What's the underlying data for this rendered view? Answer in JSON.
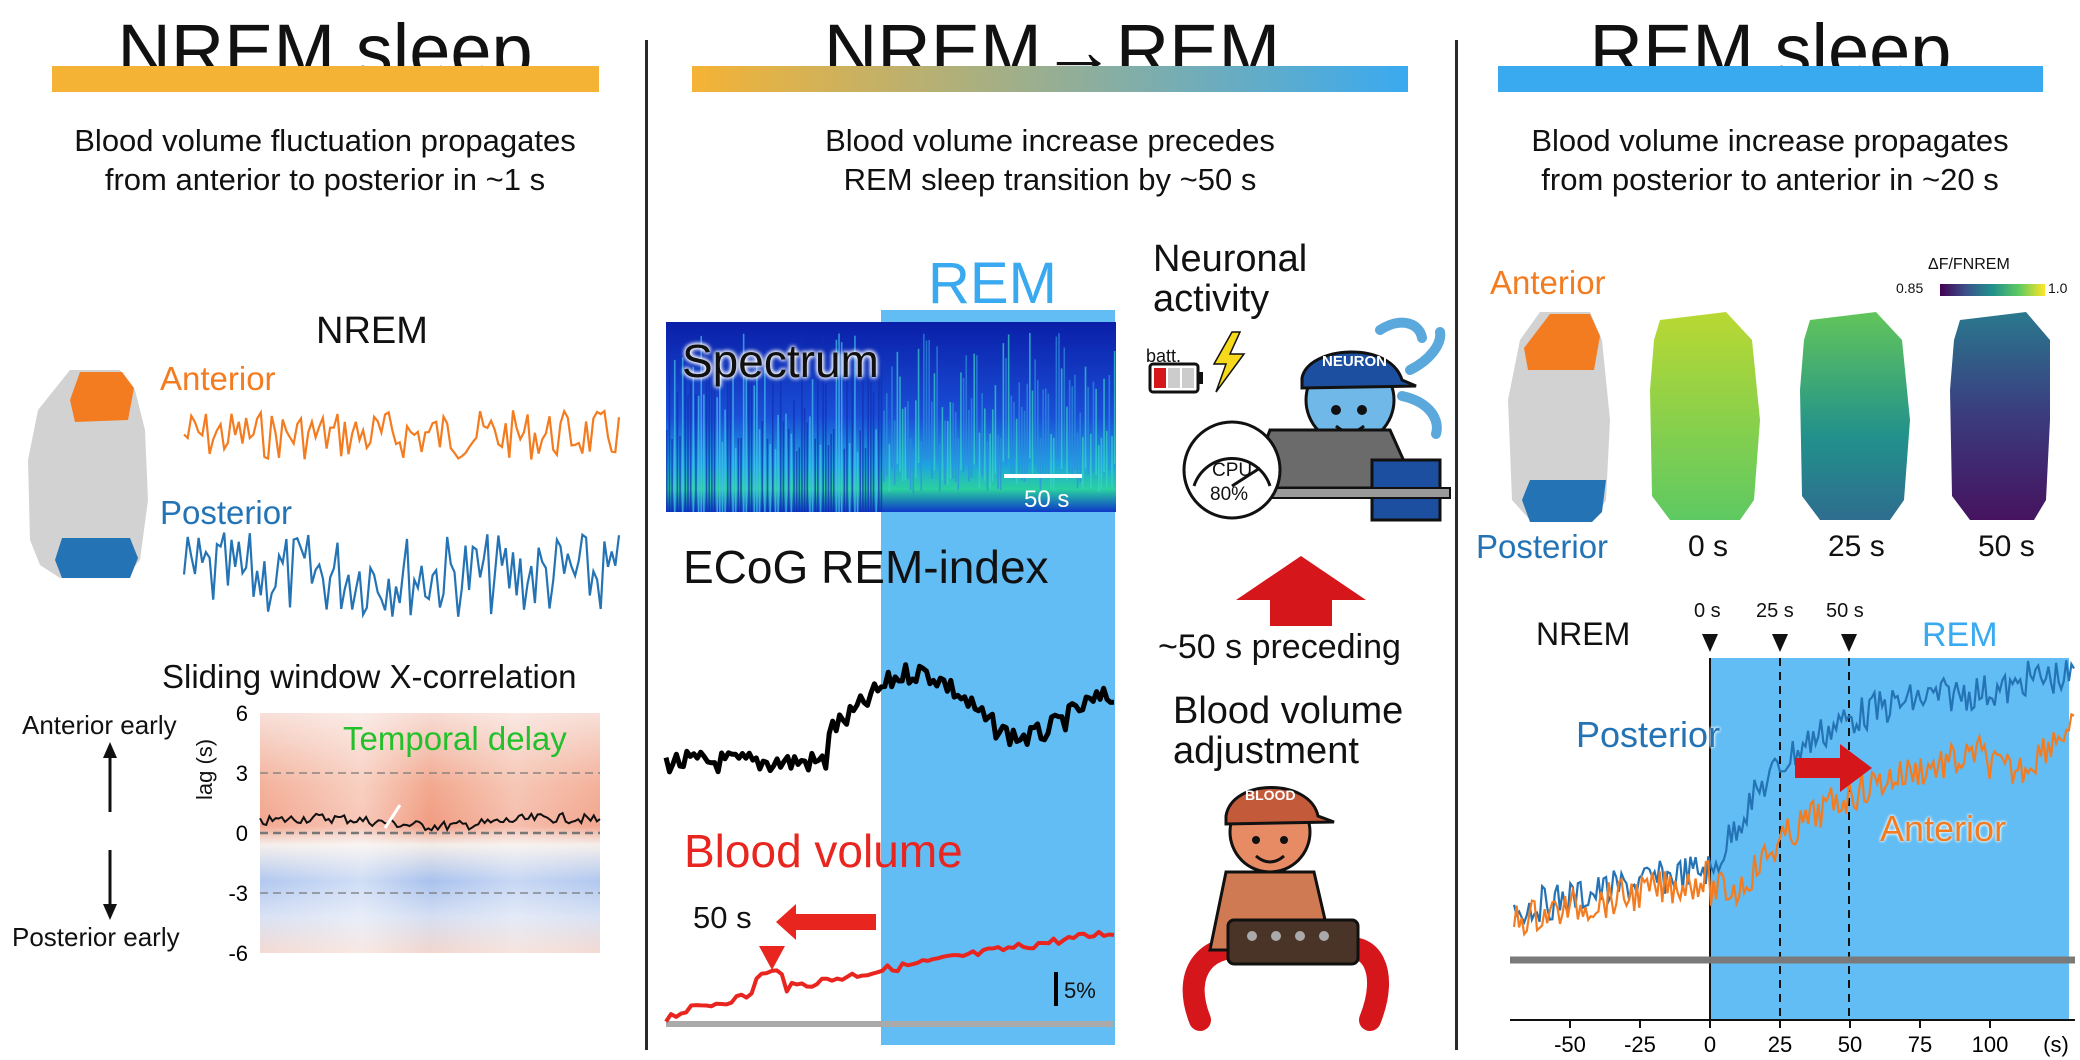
{
  "panels": {
    "nrem": {
      "title": "NREM sleep",
      "subtitle_line1": "Blood volume fluctuation propagates",
      "subtitle_line2": "from anterior to posterior in ~1 s",
      "state_label": "NREM",
      "anterior_label": "Anterior",
      "posterior_label": "Posterior",
      "xcorr_title": "Sliding window X-correlation",
      "anterior_early": "Anterior early",
      "posterior_early": "Posterior early",
      "lag_axis_label": "lag (s)",
      "lag_ticks": [
        "6",
        "3",
        "0",
        "-3",
        "-6"
      ],
      "annotation": "Temporal delay"
    },
    "transition": {
      "title": "NREM→REM",
      "subtitle_line1": "Blood volume increase precedes",
      "subtitle_line2": "REM sleep transition by ~50 s",
      "rem_label": "REM",
      "spectrum_label": "Spectrum",
      "scalebar_label": "50 s",
      "ecog_label": "ECoG REM-index",
      "blood_label": "Blood volume",
      "lead_label": "50 s",
      "pct_label": "5%",
      "neuronal_line1": "Neuronal",
      "neuronal_line2": "activity",
      "batt_label": "batt.",
      "neuron_cap": "NEURON",
      "cpu_label": "CPU",
      "cpu_value": "80%",
      "preceding_label": "~50 s preceding",
      "adjust_line1": "Blood volume",
      "adjust_line2": "adjustment",
      "blood_cap": "BLOOD"
    },
    "rem": {
      "title": "REM sleep",
      "subtitle_line1": "Blood volume increase propagates",
      "subtitle_line2": "from posterior to anterior in ~20 s",
      "anterior_label": "Anterior",
      "posterior_label": "Posterior",
      "colorbar_title": "ΔF/FNREM",
      "colorbar_min": "0.85",
      "colorbar_max": "1.0",
      "frame_labels": [
        "0 s",
        "25 s",
        "50 s"
      ],
      "nrem_label": "NREM",
      "rem_label": "REM",
      "marker_labels": [
        "0 s",
        "25 s",
        "50 s"
      ],
      "posterior_trace_label": "Posterior",
      "anterior_trace_label": "Anterior",
      "x_ticks": [
        "-50",
        "-25",
        "0",
        "25",
        "50",
        "75",
        "100"
      ],
      "x_unit": "(s)"
    }
  },
  "colors": {
    "orange": "#f5b335",
    "blue": "#3aaaf0",
    "anterior": "#f47c20",
    "posterior": "#2474b5",
    "rem_bg": "#62bdf4",
    "blood": "#e8251f",
    "green": "#22c02a"
  }
}
